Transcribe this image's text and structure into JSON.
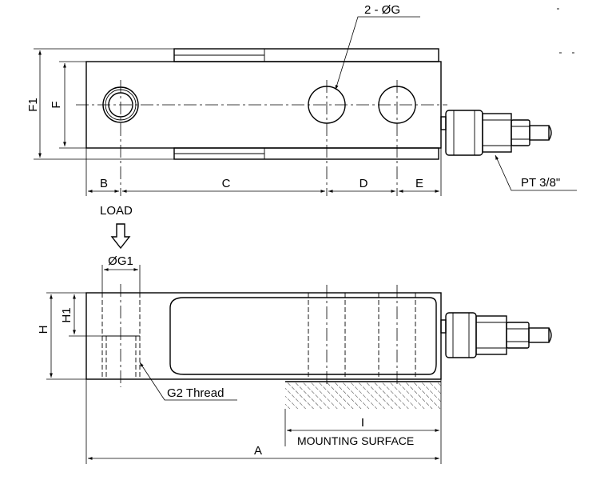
{
  "top_view": {
    "holes_label": "2 - ØG",
    "dim_f1": "F1",
    "dim_f": "F",
    "dim_b": "B",
    "dim_c": "C",
    "dim_d": "D",
    "dim_e": "E",
    "cable_gland": "PT 3/8\""
  },
  "side_view": {
    "load": "LOAD",
    "dim_g1": "ØG1",
    "dim_h": "H",
    "dim_h1": "H1",
    "thread": "G2 Thread",
    "dim_i": "I",
    "mounting": "MOUNTING SURFACE",
    "dim_a": "A"
  }
}
